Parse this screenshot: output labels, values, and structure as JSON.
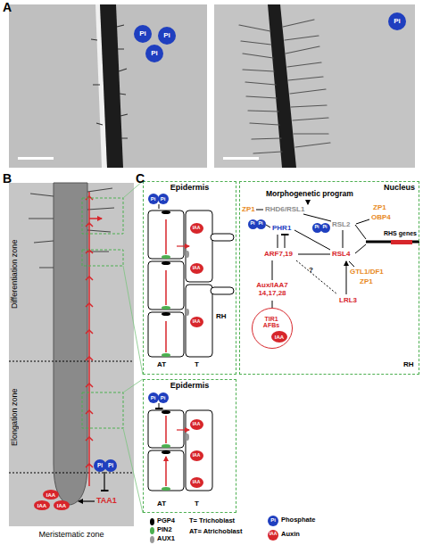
{
  "diagram": {
    "nodes": [
      {
        "text": [
          "Pi"
        ]
      },
      {
        "text": [
          "Pi"
        ]
      },
      {
        "text": [
          "Pi"
        ]
      },
      {
        "text": [
          "Pi"
        ]
      },
      {
        "text": [
          "IAA"
        ]
      },
      {
        "text": [
          "IAA"
        ]
      },
      {
        "text": [
          "IAA"
        ]
      },
      {
        "text": [
          "Pi"
        ]
      },
      {
        "text": [
          "Pi"
        ]
      },
      {
        "text": [
          "Epidermis"
        ]
      },
      {
        "text": [
          "Pi"
        ],
        "in": 9
      },
      {
        "text": [
          "Pi"
        ],
        "in": 9
      },
      {
        "text": [
          "IAA"
        ],
        "in": 9
      },
      {
        "text": [
          "IAA"
        ],
        "in": 9
      },
      {
        "text": [
          "IAA"
        ],
        "in": 9
      },
      {
        "text": [
          "Nucleus"
        ]
      },
      {
        "text": [
          "Pi"
        ],
        "in": 15
      },
      {
        "text": [
          "Pi"
        ],
        "in": 15
      },
      {
        "text": [
          "Pi"
        ],
        "in": 15
      },
      {
        "text": [
          "Pi"
        ],
        "in": 15
      },
      {
        "text": [
          "TIR1 AFBs"
        ],
        "in": 15
      },
      {
        "text": [
          "IAA"
        ],
        "in": 20
      },
      {
        "text": [
          "Epidermis"
        ]
      },
      {
        "text": [
          "Pi"
        ],
        "in": 22
      },
      {
        "text": [
          "Pi"
        ],
        "in": 22
      },
      {
        "text": [
          "IAA"
        ],
        "in": 22
      },
      {
        "text": [
          "IAA"
        ],
        "in": 22
      },
      {
        "text": [
          "IAA"
        ],
        "in": 22
      }
    ],
    "labels": [
      "A",
      "B",
      "C",
      "Differentiation zone",
      "Elongation zone",
      "Meristematic zone",
      "TAA1",
      "AT",
      "T",
      "RH",
      "Morphogenetic program",
      "ZP1",
      "RHD6/RSL1",
      "PHR1",
      "RSL2",
      "ZP1",
      "OBP4",
      "ARF7,19",
      "RSL4",
      "RHS genes",
      "GTL1/DF1",
      "ZP1",
      "?",
      "Aux/IAA7 14,17,28",
      "LRL3",
      "RH",
      "AT",
      "T",
      "T= Trichoblast",
      "AT= Atrichoblast",
      "Pi",
      "IAA"
    ],
    "legend": [
      {
        "text": "PGP4"
      },
      {
        "text": "PIN2"
      },
      {
        "text": "AUX1"
      },
      {
        "text": "Phosphate",
        "color": "#1f3fbf"
      },
      {
        "text": "Auxin",
        "color": "#d7262b"
      }
    ]
  }
}
